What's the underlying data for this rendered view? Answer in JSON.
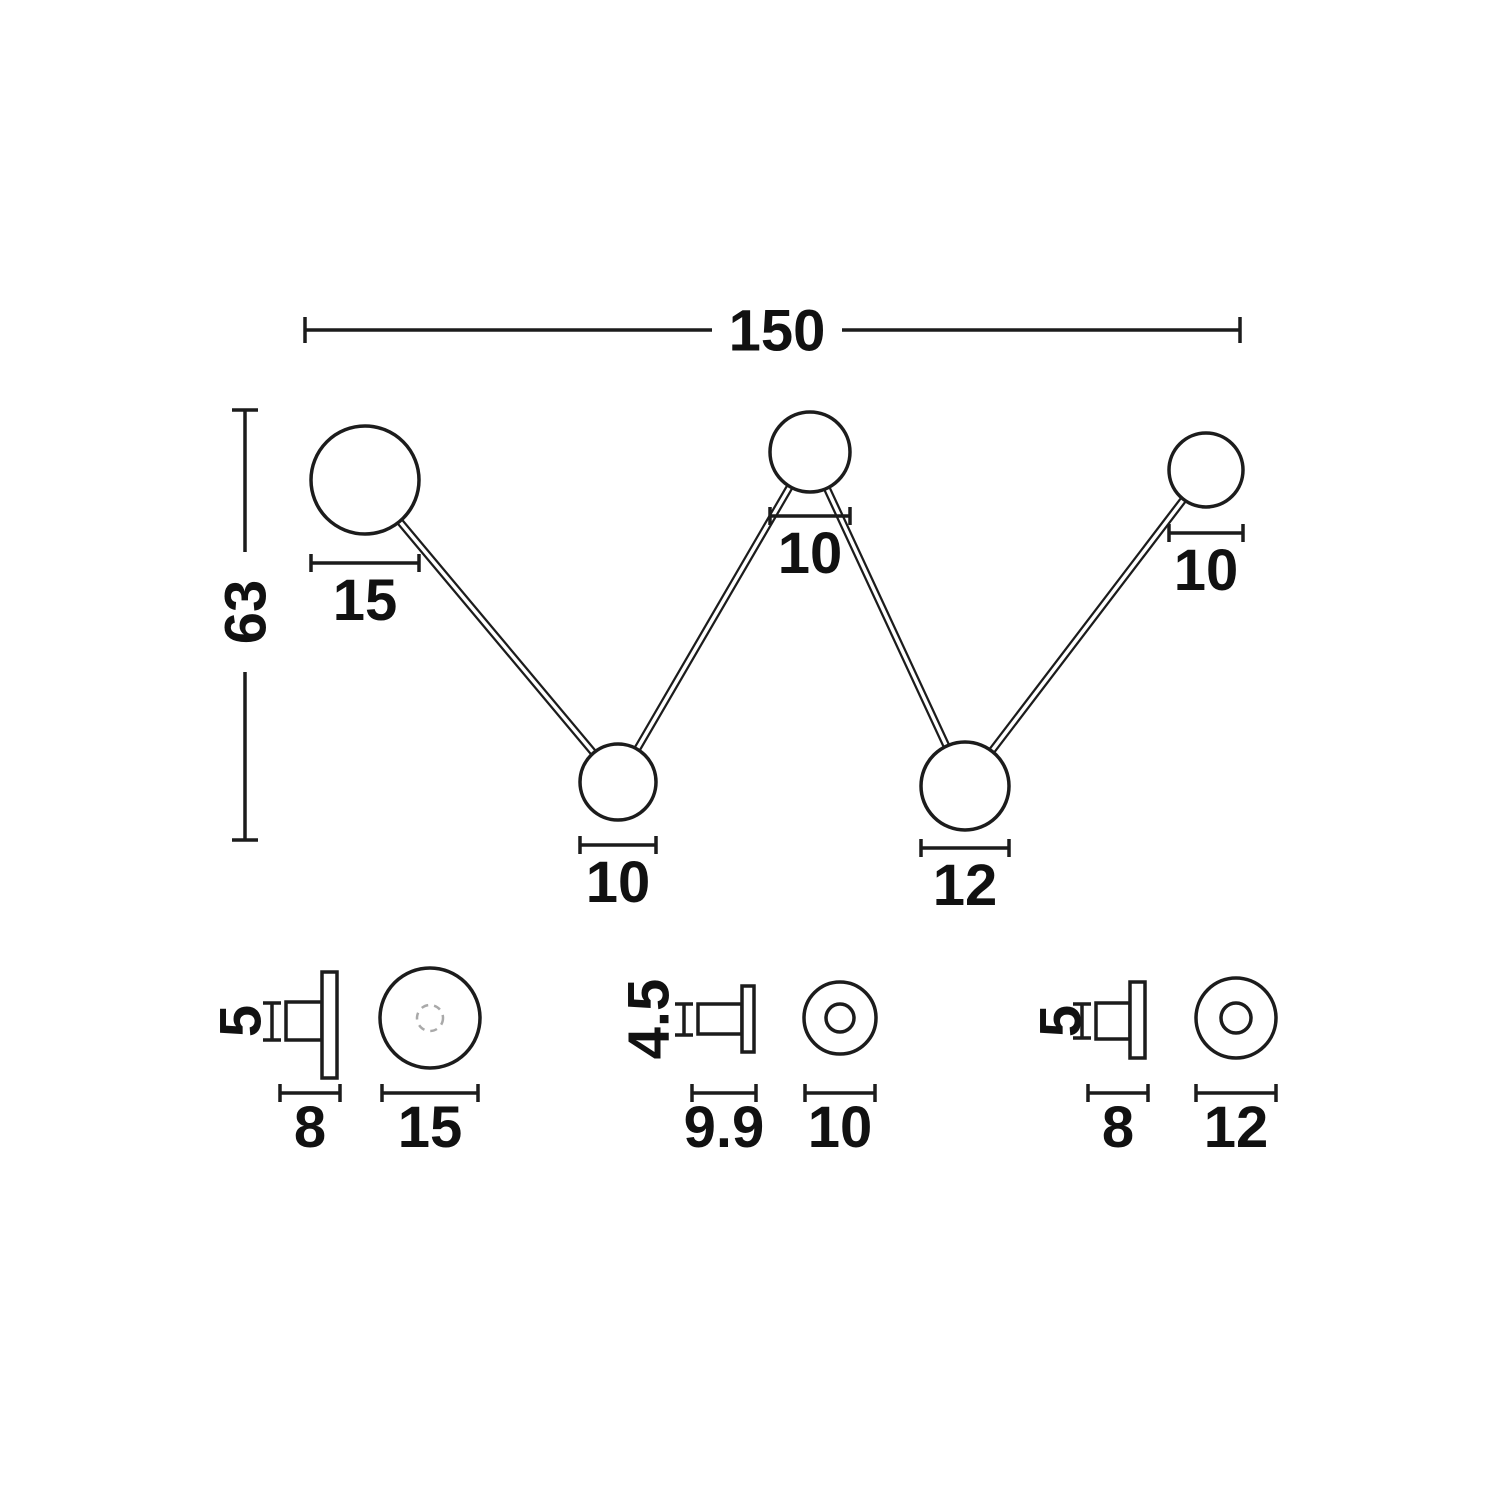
{
  "colors": {
    "line": "#1c1c1c",
    "background": "#ffffff",
    "hidden_line": "#a9a9a9"
  },
  "front_view": {
    "overall_width": "150",
    "overall_height": "63",
    "shade_diameters": [
      "15",
      "10",
      "10",
      "12",
      "10"
    ]
  },
  "detail_views": [
    {
      "depth": "5",
      "base_width": "8",
      "shade_diameter": "15"
    },
    {
      "depth": "4.5",
      "base_width": "9.9",
      "shade_diameter": "10"
    },
    {
      "depth": "5",
      "base_width": "8",
      "shade_diameter": "12"
    }
  ]
}
